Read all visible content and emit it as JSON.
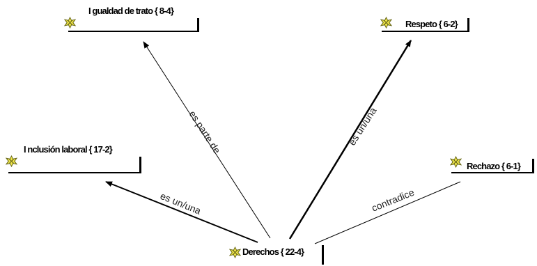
{
  "diagram": {
    "nodes": {
      "igualdad": {
        "label": "I gualdad de trato { 8-4}",
        "icon": "code-icon"
      },
      "respeto": {
        "label": "Respeto { 6-2}",
        "icon": "code-icon"
      },
      "inclusion": {
        "label": "I nclusión laboral { 17-2}",
        "icon": "code-icon"
      },
      "rechazo": {
        "label": "Rechazo { 6-1}",
        "icon": "code-icon"
      },
      "derechos": {
        "label": "Derechos { 22-4}",
        "icon": "code-icon"
      }
    },
    "edges": {
      "to_igualdad": {
        "label": "es parte de",
        "from": "derechos",
        "to": "igualdad"
      },
      "to_respeto": {
        "label": "es un/una",
        "from": "derechos",
        "to": "respeto"
      },
      "to_inclusion": {
        "label": "es un/una",
        "from": "derechos",
        "to": "inclusion"
      },
      "to_rechazo": {
        "label": "contradice",
        "from": "derechos",
        "to": "rechazo"
      }
    },
    "colors": {
      "line": "#000000",
      "icon_fill": "#f2e84a",
      "icon_stroke": "#6b6a1a"
    }
  }
}
